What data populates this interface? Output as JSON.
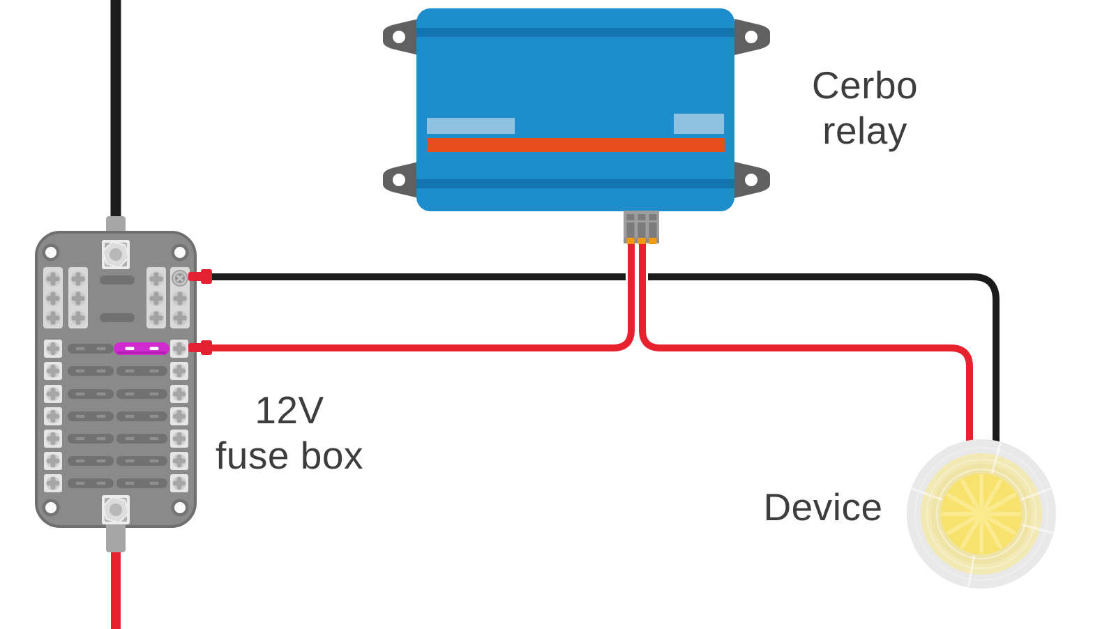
{
  "diagram": {
    "labels": {
      "relay": {
        "line1": "Cerbo",
        "line2": "relay"
      },
      "fuse_box": {
        "line1": "12V",
        "line2": "fuse box"
      },
      "device": {
        "text": "Device"
      }
    },
    "components": [
      {
        "id": "cerbo-relay",
        "label": "Cerbo relay"
      },
      {
        "id": "12v-fuse-box",
        "label": "12V fuse box"
      },
      {
        "id": "device-lamp",
        "label": "Device"
      }
    ],
    "wires": [
      {
        "id": "black-feed-top",
        "color": "black",
        "route": "from top edge into fuse box top stud"
      },
      {
        "id": "red-feed-bottom",
        "color": "red",
        "route": "from fuse box bottom stud to bottom edge"
      },
      {
        "id": "black-fusebox-to-device",
        "color": "black",
        "route": "fuse box upper-right terminal to device"
      },
      {
        "id": "red-fusebox-to-relay",
        "color": "red",
        "route": "fuse box fused terminal to relay connector"
      },
      {
        "id": "red-relay-to-device",
        "color": "red",
        "route": "relay connector to device"
      }
    ],
    "colors": {
      "background": "#ffffff",
      "text": "#3d3d3d",
      "relay_body": "#1e8dcb",
      "relay_stripe": "#1474b1",
      "relay_chip": "#8fc1e1",
      "relay_orange": "#e84e1d",
      "tab_gray": "#606060",
      "fusebox_body": "#8a8a8a",
      "fusebox_edge": "#6f6f6f",
      "strip_light": "#d9d9d9",
      "square_light": "#e6e6e6",
      "slot_dark": "#717171",
      "slot_dash": "#8f8f8f",
      "fuse_magenta": "#d02bd0",
      "wire_red": "#e8212e",
      "wire_black": "#1b1b1b",
      "crimp_red": "#e32130",
      "connector_gray": "#9e9e9e",
      "connector_slot": "#7c7c7c",
      "connector_orange": "#f09b12",
      "device_outer": "#e9e9e9",
      "device_glow": "#f3e9b5",
      "device_mid": "#efe3a6",
      "device_center": "#f8e26e",
      "device_ray": "#fcec95"
    }
  }
}
